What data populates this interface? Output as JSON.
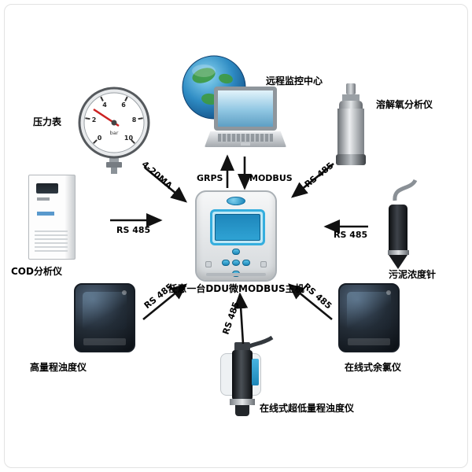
{
  "remote_center": {
    "label": "远程监控中心"
  },
  "host": {
    "label": "任意一台DDU微MODBUS主机"
  },
  "links": {
    "grps": "GRPS",
    "modbus": "MODBUS",
    "pressure": "4-20MA",
    "dissolved_oxygen": "RS 485",
    "cod": "RS 485",
    "sludge": "RS 485",
    "high_turbidity": "RS 485",
    "chlorine": "RS 485",
    "low_turbidity": "RS 485"
  },
  "devices": {
    "pressure_gauge": {
      "label": "压力表"
    },
    "dissolved_oxygen": {
      "label": "溶解氧分析仪"
    },
    "cod_analyzer": {
      "label": "COD分析仪"
    },
    "sludge_probe": {
      "label": "污泥浓度针"
    },
    "high_range_turbidity": {
      "label": "高量程浊度仪"
    },
    "residual_chlorine": {
      "label": "在线式余氯仪"
    },
    "ultra_low_turbidity": {
      "label": "在线式超低量程浊度仪"
    }
  },
  "gauge": {
    "ticks": [
      "0",
      "2",
      "4",
      "6",
      "8",
      "10"
    ],
    "unit": "bar"
  },
  "colors": {
    "arrow": "#111111",
    "host_screen": "#2fa3d4",
    "globe": "#1565a8"
  }
}
